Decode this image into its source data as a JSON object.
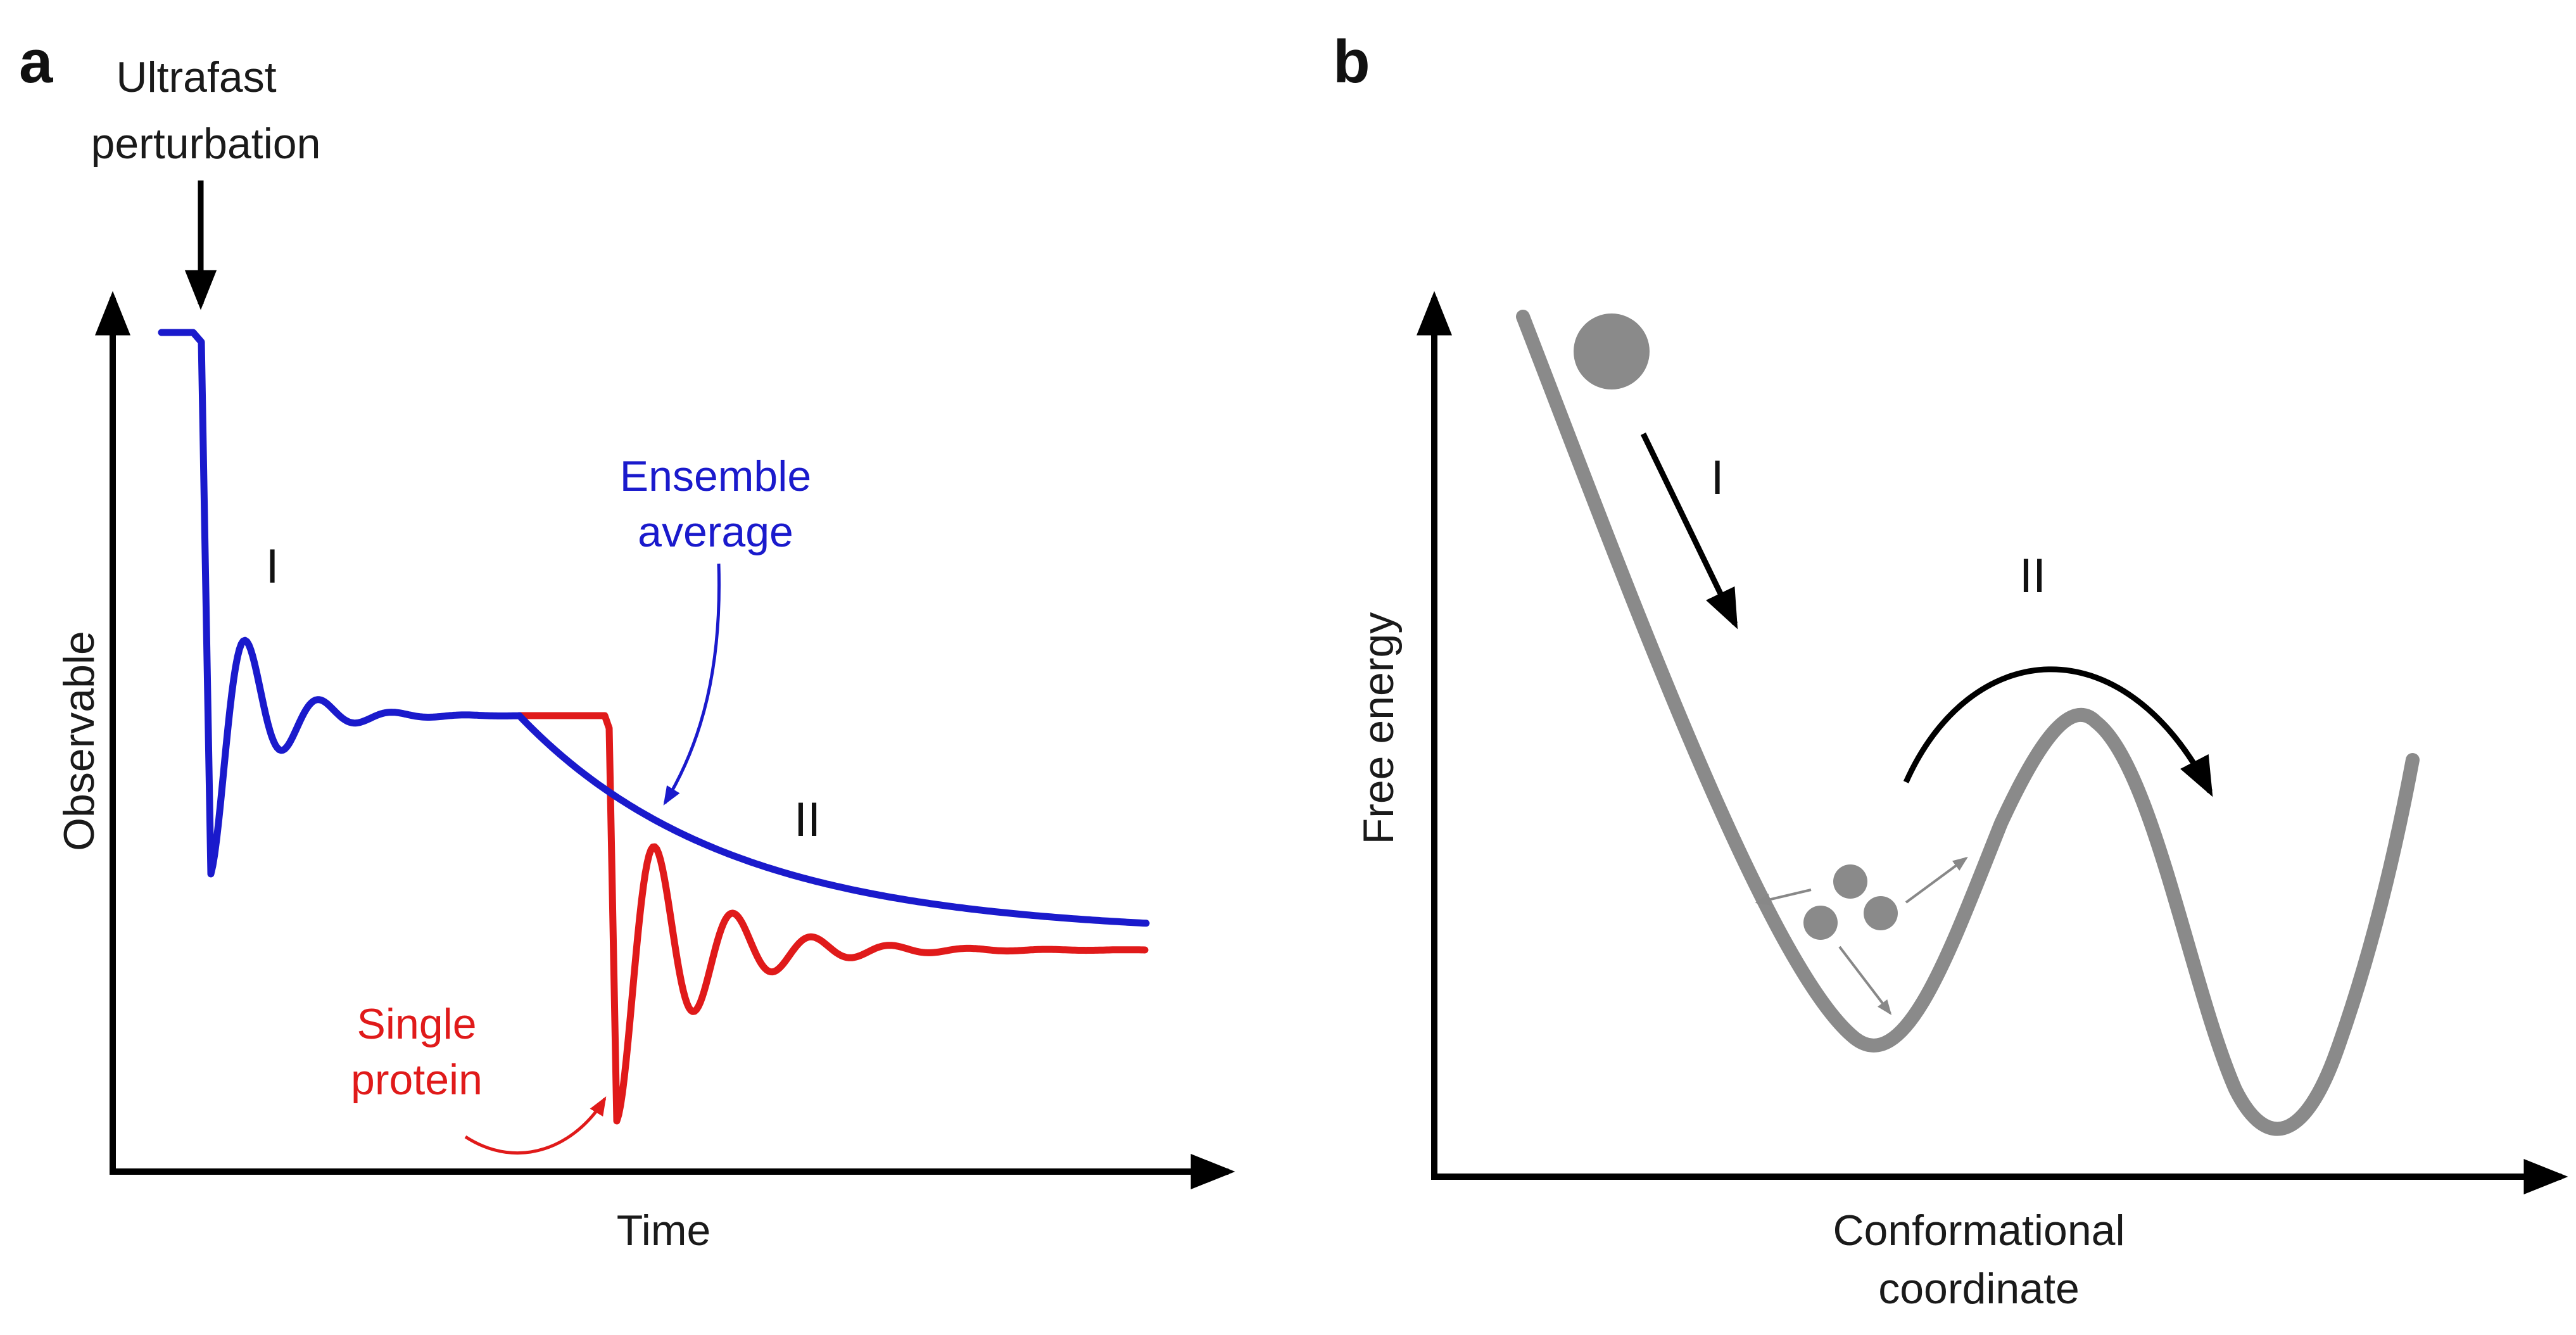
{
  "panel_a": {
    "letter": "a",
    "perturbation_label_line1": "Ultrafast",
    "perturbation_label_line2": "perturbation",
    "y_axis_label": "Observable",
    "x_axis_label": "Time",
    "stage_one": "I",
    "stage_two": "II",
    "ensemble_label_line1": "Ensemble",
    "ensemble_label_line2": "average",
    "single_label_line1": "Single",
    "single_label_line2": "protein",
    "ensemble_color": "#1a1acc",
    "single_color": "#e01a1a"
  },
  "panel_b": {
    "letter": "b",
    "y_axis_label": "Free energy",
    "x_axis_label_line1": "Conformational",
    "x_axis_label_line2": "coordinate",
    "stage_one": "I",
    "stage_two": "II",
    "landscape_color": "#8a8a8a"
  }
}
